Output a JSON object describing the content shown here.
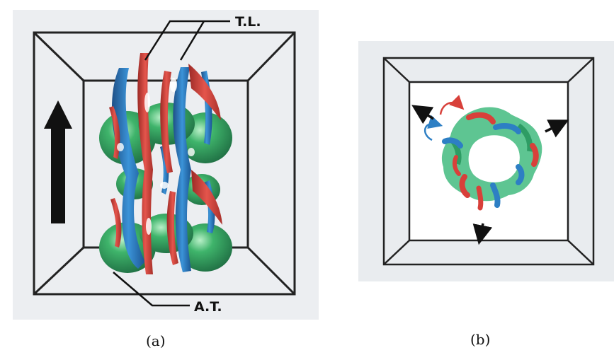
{
  "panel_a": {
    "caption": "(a)",
    "callout_top": "T.L.",
    "callout_bottom": "A.T."
  },
  "panel_b": {
    "caption": "(b)"
  },
  "colors": {
    "red": "#d8403a",
    "blue": "#2d7fc4",
    "green": "#34a868",
    "frame": "#222222",
    "paper_grey": "#e9ecef",
    "arrow": "#111111"
  }
}
